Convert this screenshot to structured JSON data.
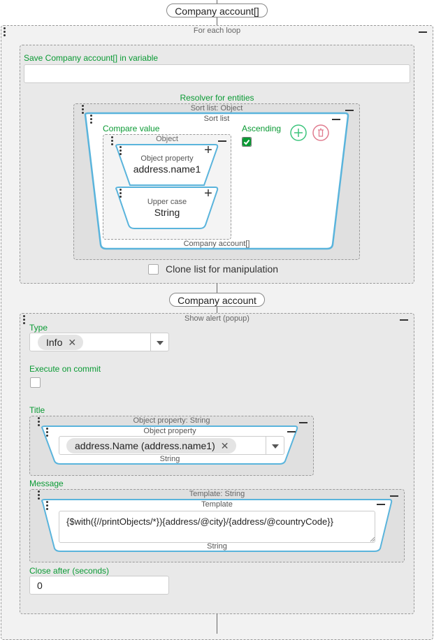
{
  "top_pill": "Company account[]",
  "for_each": {
    "title": "For each loop",
    "save_label": "Save Company account[] in variable",
    "save_value": "",
    "resolver_label": "Resolver for entities",
    "sort_list_object_title": "Sort list: Object",
    "sort_list_title": "Sort list",
    "compare_value_label": "Compare value",
    "ascending_label": "Ascending",
    "object_title": "Object",
    "object_property_title": "Object property",
    "object_property_value": "address.name1",
    "upper_case_title": "Upper case",
    "upper_case_value": "String",
    "company_account_list": "Company account[]",
    "clone_label": "Clone list for manipulation"
  },
  "second_pill": "Company account",
  "alert": {
    "title": "Show alert (popup)",
    "type_label": "Type",
    "type_chip": "Info",
    "execute_label": "Execute on commit",
    "title_label": "Title",
    "title_box_title": "Object property: String",
    "title_inner_title": "Object property",
    "title_chip": "address.Name (address.name1)",
    "title_type": "String",
    "message_label": "Message",
    "message_box_title": "Template: String",
    "message_inner_title": "Template",
    "message_template": "{$with({//printObjects/*}){address/@city}/{address/@countryCode}}",
    "message_type": "String",
    "close_label": "Close after (seconds)",
    "close_value": "0"
  },
  "colors": {
    "accent": "#0a9a34",
    "blue": "#5ab4dc",
    "add": "#3cc47c",
    "delete": "#e07b8e"
  }
}
